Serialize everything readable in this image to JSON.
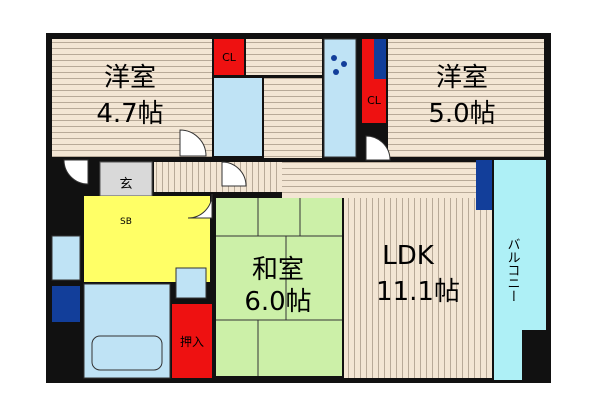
{
  "rooms": {
    "western_left": {
      "name": "洋室",
      "size": "4.7帖"
    },
    "western_right": {
      "name": "洋室",
      "size": "5.0帖"
    },
    "japanese": {
      "name": "和室",
      "size": "6.0帖"
    },
    "ldk": {
      "name": "LDK",
      "size": "11.1帖"
    },
    "balcony": {
      "name": "バルコニー"
    },
    "entrance": {
      "name": "玄"
    },
    "shoe_box": {
      "name": "SB"
    },
    "closet_left": {
      "name": "CL"
    },
    "closet_right": {
      "name": "CL"
    },
    "oshiire": {
      "name": "押入"
    }
  },
  "colors": {
    "wall": "#111111",
    "floor_wood": "#f3e6d4",
    "floor_line": "#b8aa98",
    "tatami": "#ccf0a8",
    "storage_red": "#ee1111",
    "water_blue": "#bfe3f5",
    "wet_yellow": "#ffff66",
    "balcony": "#aef0f6",
    "navy": "#123e9a",
    "entrance_gray": "#d9d9d9"
  }
}
